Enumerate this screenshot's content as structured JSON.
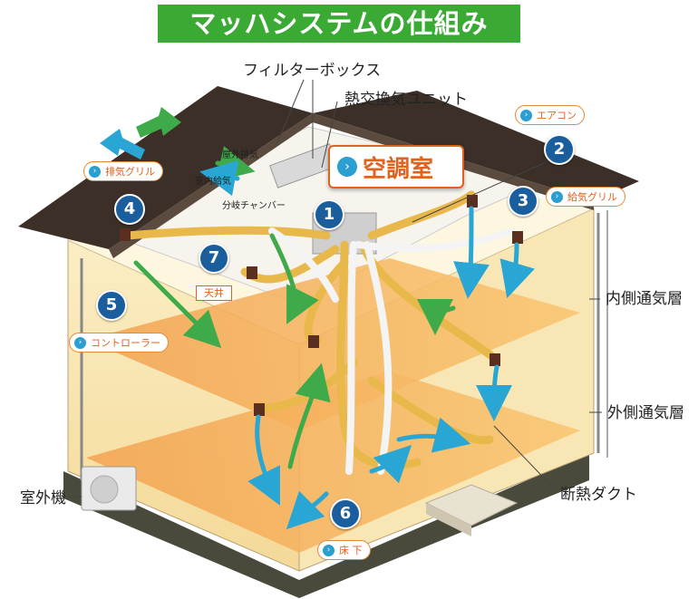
{
  "title": "マッハシステムの仕組み",
  "labels": {
    "filter_box": "フィルターボックス",
    "heat_exchanger": "熱交換気ユニット",
    "exhaust_out": "屋外排気",
    "supply_in": "室内給気",
    "branch_chamber": "分岐チャンバー",
    "inner_vent": "内側通気層",
    "outer_vent": "外側通気層",
    "insulated_duct": "断熱ダクト",
    "outdoor_unit": "室外機",
    "aircon_room": "空調室",
    "ceiling": "天井"
  },
  "tags": [
    {
      "num": "1",
      "text": ""
    },
    {
      "num": "2",
      "text": "エアコン"
    },
    {
      "num": "3",
      "text": "給気グリル"
    },
    {
      "num": "4",
      "text": "排気グリル"
    },
    {
      "num": "5",
      "text": "コントローラー"
    },
    {
      "num": "6",
      "text": "床 下"
    },
    {
      "num": "7",
      "text": ""
    }
  ],
  "colors": {
    "banner": "#3aaa35",
    "accent": "#e0621f",
    "badge": "#1b5e9e",
    "supply_arrow": "#2aa6d4",
    "exhaust_arrow": "#3faa4a",
    "duct": "#e8b94a"
  },
  "icons": {
    "chevron": "chevron-right-icon"
  }
}
